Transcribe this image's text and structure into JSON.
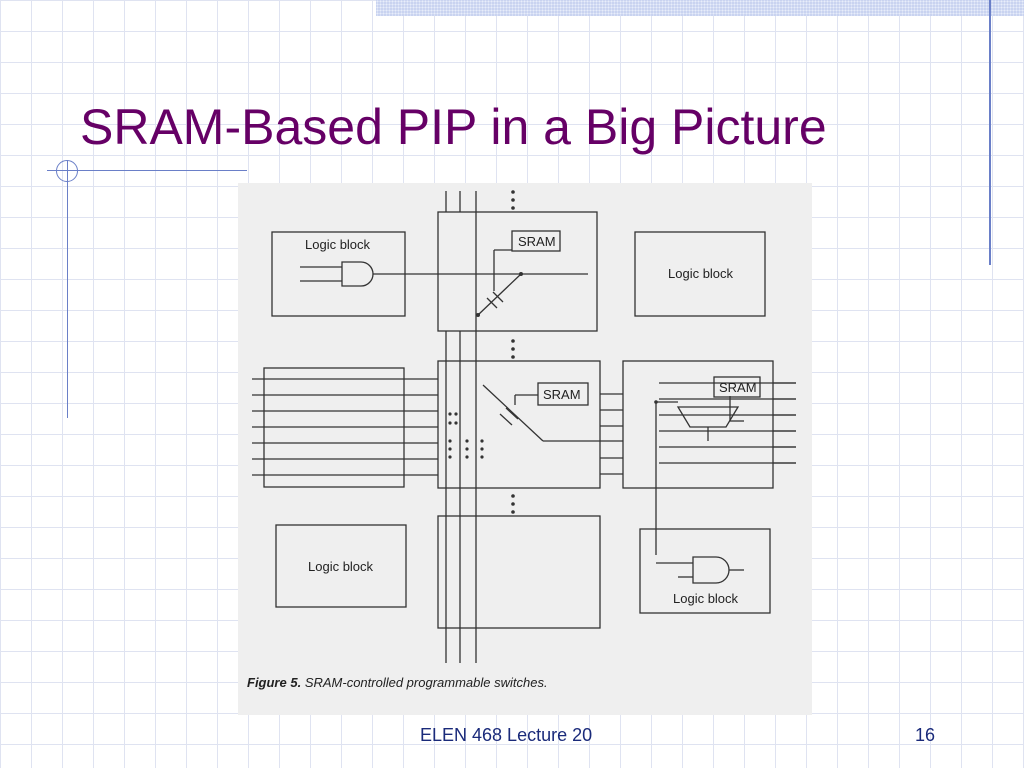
{
  "slide": {
    "title": "SRAM-Based PIP in a Big Picture",
    "footer": "ELEN 468 Lecture 20",
    "page_number": "16"
  },
  "figure": {
    "labels": {
      "logic_block_1": "Logic block",
      "logic_block_2": "Logic block",
      "logic_block_3": "Logic block",
      "logic_block_4": "Logic block",
      "sram_1": "SRAM",
      "sram_2": "SRAM",
      "sram_3": "SRAM"
    },
    "caption_label": "Figure 5.",
    "caption_text": "SRAM-controlled programmable switches."
  },
  "colors": {
    "title": "#660066",
    "footer": "#1a2a7a",
    "accent_line": "#6a7fc8"
  }
}
